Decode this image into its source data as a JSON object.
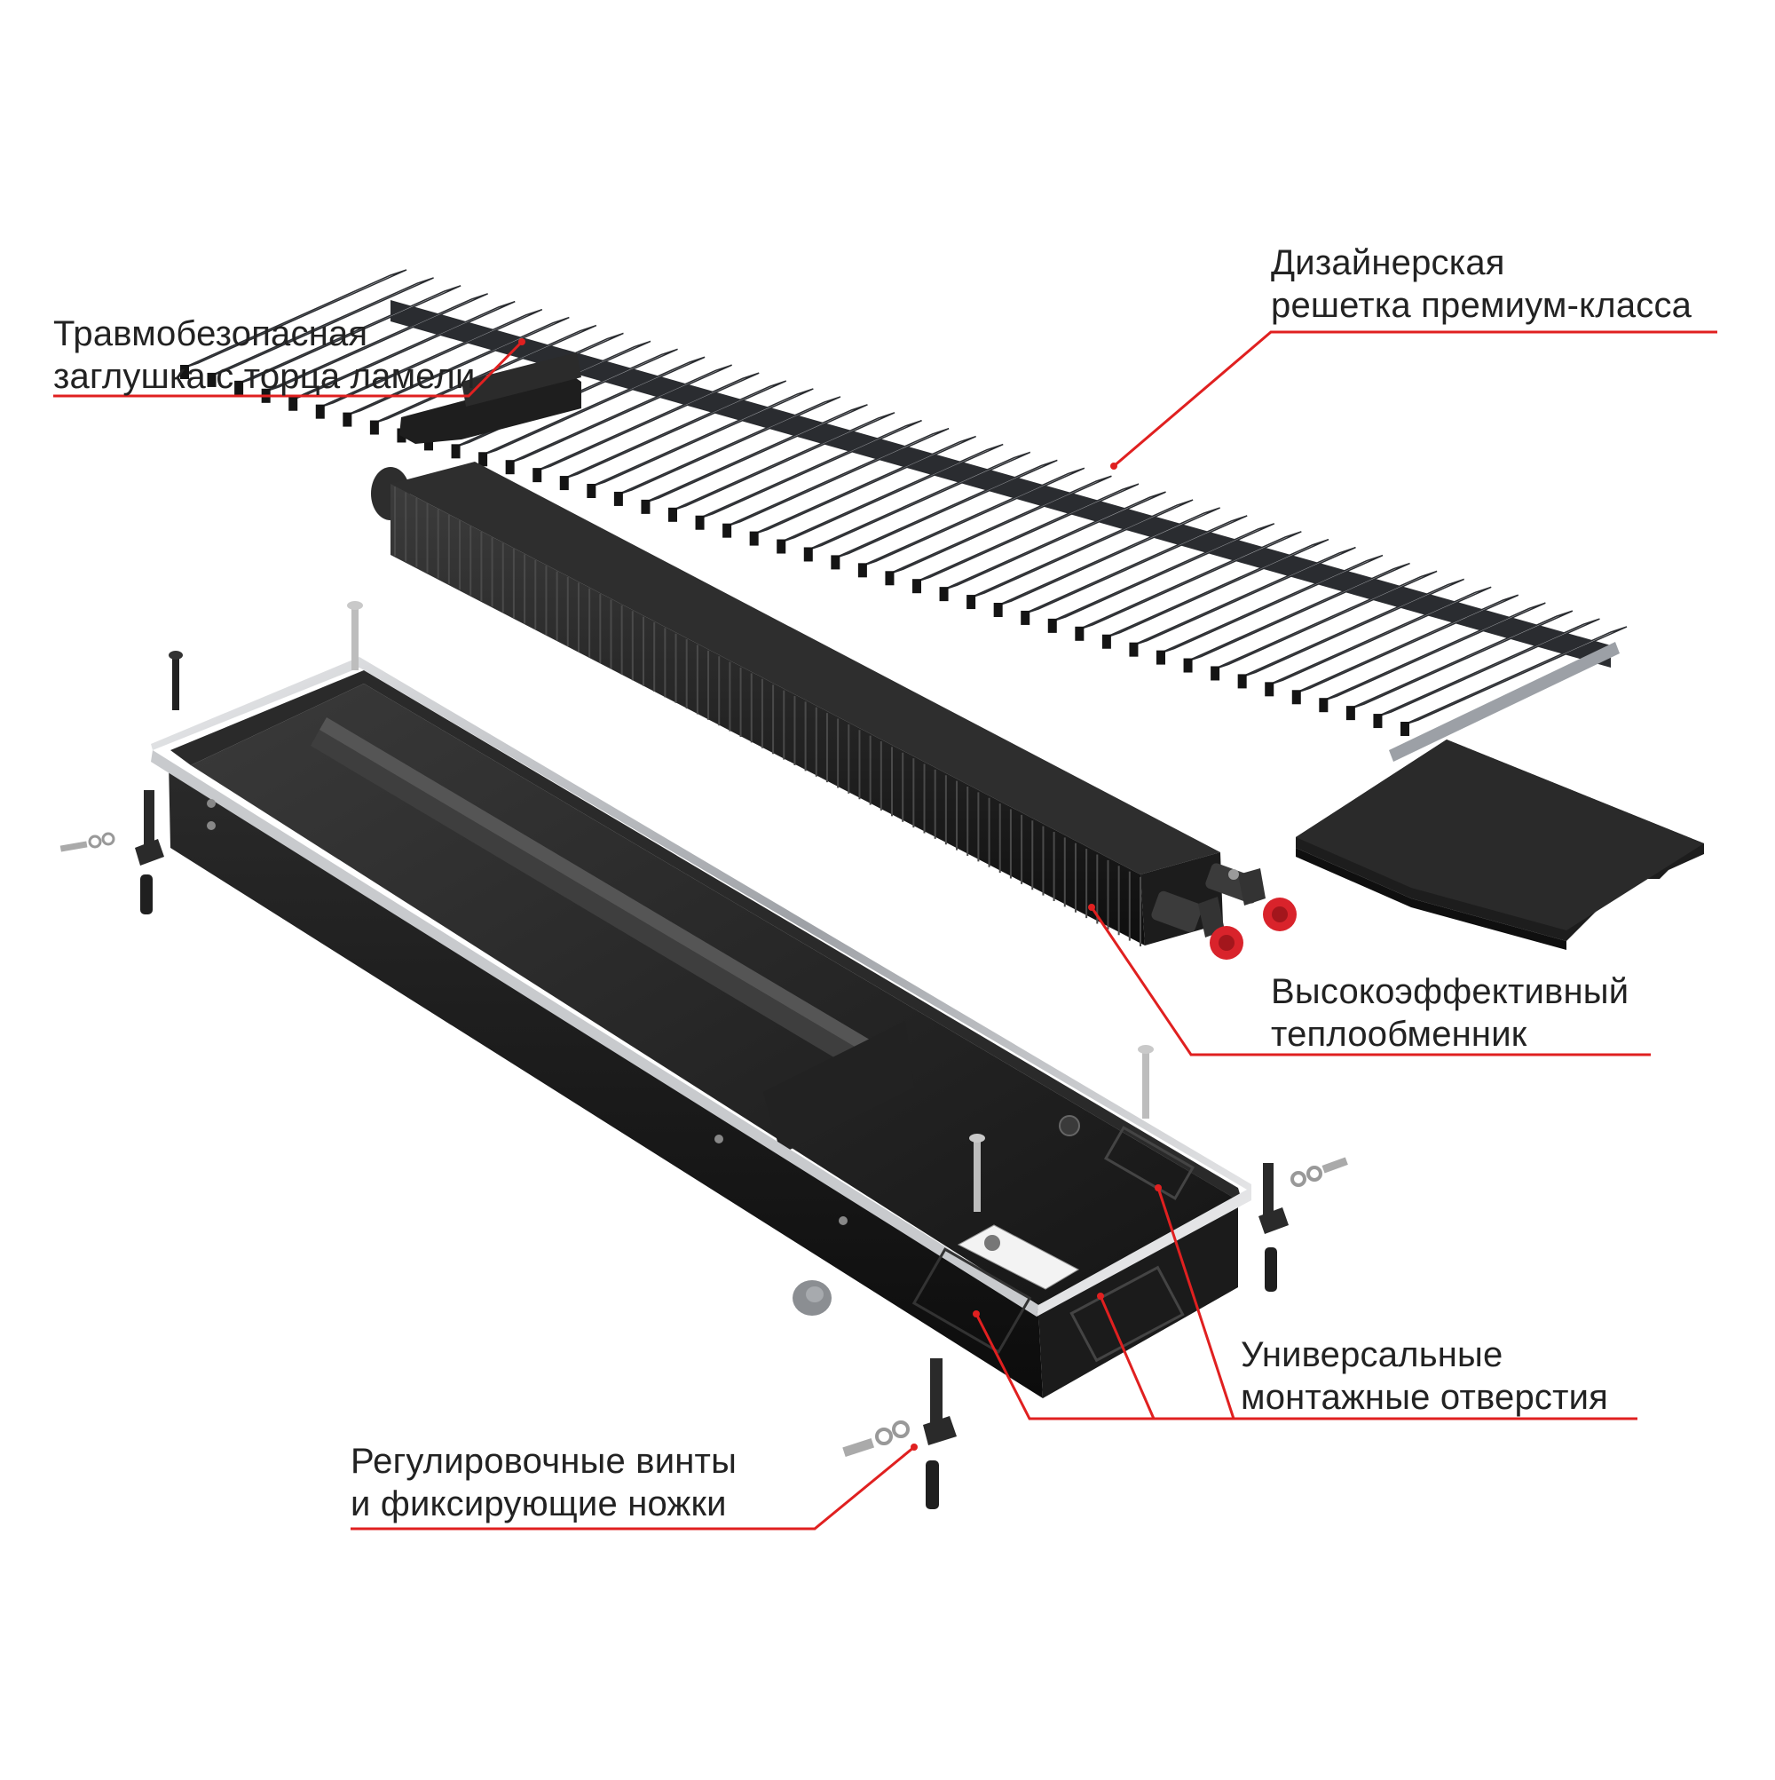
{
  "colors": {
    "accent": "#e02020",
    "frame": "#1a1a1a",
    "steel": "#b9bcc2",
    "plug": "#e0222a"
  },
  "callouts": {
    "end_cap": {
      "line1": "Травмобезопасная",
      "line2": "заглушка с торца ламели"
    },
    "grille": {
      "line1": "Дизайнерская",
      "line2": "решетка премиум-класса"
    },
    "heat_exchanger": {
      "line1": "Высокоэффективный",
      "line2": "теплообменник"
    },
    "mounting_holes": {
      "line1": "Универсальные",
      "line2": "монтажные отверстия"
    },
    "adjust_screws": {
      "line1": "Регулировочные винты",
      "line2": "и фиксирующие ножки"
    }
  }
}
